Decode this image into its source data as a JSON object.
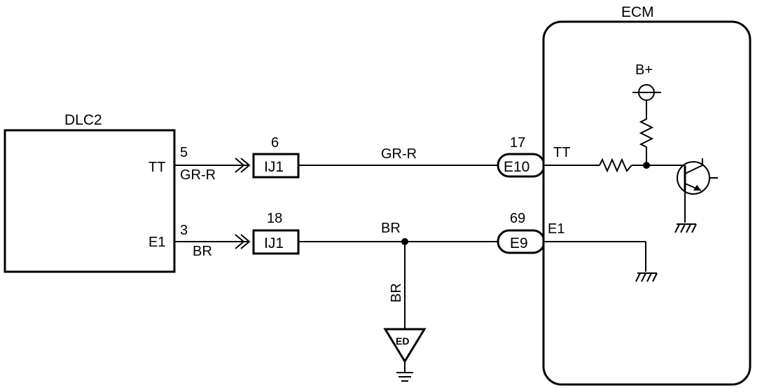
{
  "dlc2": {
    "title": "DLC2",
    "tt_label": "TT",
    "e1_label": "E1",
    "tt_pin": "5",
    "e1_pin": "3"
  },
  "ecm": {
    "title": "ECM",
    "tt_label": "TT",
    "e1_label": "E1",
    "bplus_label": "B+"
  },
  "wires": {
    "gr_r_left": "GR-R",
    "gr_r_mid": "GR-R",
    "br_left": "BR",
    "br_mid": "BR",
    "br_vertical": "BR"
  },
  "connectors": {
    "ij1_top": {
      "label": "IJ1",
      "pin": "6"
    },
    "ij1_bottom": {
      "label": "IJ1",
      "pin": "18"
    },
    "e10": {
      "label": "E10",
      "pin": "17"
    },
    "e9": {
      "label": "E9",
      "pin": "69"
    }
  },
  "ground": {
    "ed_label": "ED"
  }
}
